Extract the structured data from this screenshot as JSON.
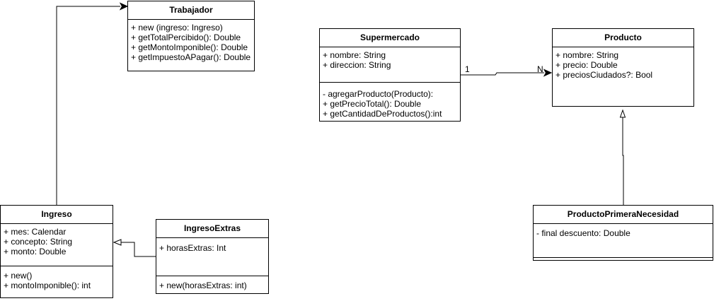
{
  "classes": {
    "trabajador": {
      "name": "Trabajador",
      "methods": [
        "+ new (ingreso: Ingreso)",
        "+ getTotalPercibido(): Double",
        "+ getMontoImponible(): Double",
        "+ getImpuestoAPagar(): Double"
      ]
    },
    "ingreso": {
      "name": "Ingreso",
      "attributes": [
        "+ mes: Calendar",
        "+ concepto: String",
        "+ monto: Double"
      ],
      "methods": [
        "+ new()",
        "+ montoImponible(): int"
      ]
    },
    "ingresoExtras": {
      "name": "IngresoExtras",
      "attributes": [
        "+ horasExtras: Int"
      ],
      "methods": [
        "+ new(horasExtras: int)"
      ]
    },
    "supermercado": {
      "name": "Supermercado",
      "attributes": [
        "+ nombre: String",
        "+ direccion: String"
      ],
      "methods": [
        "- agregarProducto(Producto):",
        "+ getPrecioTotal(): Double",
        "+ getCantidadDeProductos():int"
      ]
    },
    "producto": {
      "name": "Producto",
      "attributes": [
        "+ nombre: String",
        "+ precio: Double",
        "+ preciosCiudados?: Bool"
      ]
    },
    "productoPrimeraNecesidad": {
      "name": "ProductoPrimeraNecesidad",
      "attributes": [
        "- final descuento: Double"
      ]
    }
  },
  "associations": {
    "supermercado_producto": {
      "source_multiplicity": "1",
      "target_multiplicity": "N"
    }
  }
}
